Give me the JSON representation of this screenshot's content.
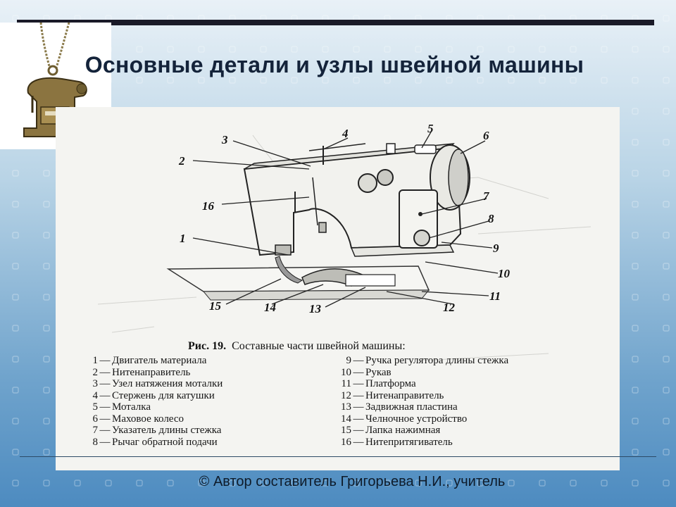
{
  "slide": {
    "title": "Основные  детали  и  узлы швейной машины",
    "footer": "© Автор составитель Григорьева Н.И., учитель"
  },
  "figure": {
    "caption_bold": "Рис. 19.",
    "caption_text": "Составные части швейной машины:",
    "callouts": [
      "1",
      "2",
      "3",
      "4",
      "5",
      "6",
      "7",
      "8",
      "9",
      "10",
      "11",
      "12",
      "13",
      "14",
      "15",
      "16"
    ],
    "legend_left": [
      {
        "n": "1",
        "text": "Двигатель материала"
      },
      {
        "n": "2",
        "text": "Нитенаправитель"
      },
      {
        "n": "3",
        "text": "Узел натяжения моталки"
      },
      {
        "n": "4",
        "text": "Стержень для катушки"
      },
      {
        "n": "5",
        "text": "Моталка"
      },
      {
        "n": "6",
        "text": "Маховое колесо"
      },
      {
        "n": "7",
        "text": "Указатель длины стежка"
      },
      {
        "n": "8",
        "text": "Рычаг обратной подачи"
      }
    ],
    "legend_right": [
      {
        "n": "9",
        "text": "Ручка регулятора длины стежка"
      },
      {
        "n": "10",
        "text": "Рукав"
      },
      {
        "n": "11",
        "text": "Платформа"
      },
      {
        "n": "12",
        "text": "Нитенаправитель"
      },
      {
        "n": "13",
        "text": "Задвижная пластина"
      },
      {
        "n": "14",
        "text": "Челночное устройство"
      },
      {
        "n": "15",
        "text": "Лапка нажимная"
      },
      {
        "n": "16",
        "text": "Нитепритягиватель"
      }
    ],
    "dash": "—"
  },
  "colors": {
    "title": "#14233a",
    "ink": "#151515",
    "bar": "#1a1a28"
  }
}
